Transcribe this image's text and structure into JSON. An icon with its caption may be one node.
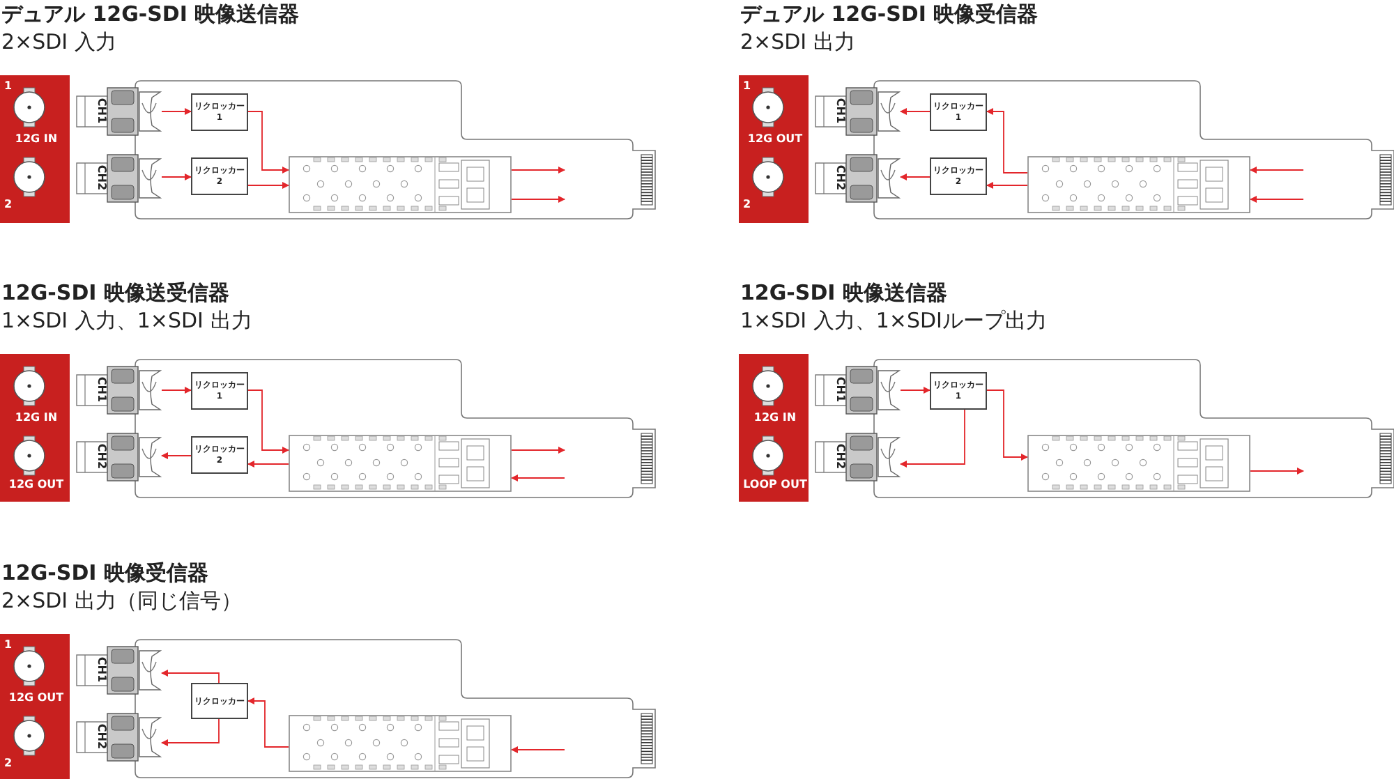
{
  "diagram": {
    "nodes": [
      {
        "text": [
          "1",
          "12G IN",
          "2"
        ]
      },
      {
        "text": [
          "CH1"
        ]
      },
      {
        "text": [
          "CH2"
        ]
      },
      {
        "text": [
          "リクロッカー",
          "1"
        ]
      },
      {
        "text": [
          "リクロッカー",
          "2"
        ]
      },
      {
        "text": [],
        "shape": "box"
      },
      {
        "text": [
          "1",
          "12G OUT",
          "2"
        ]
      },
      {
        "text": [
          "CH1"
        ]
      },
      {
        "text": [
          "CH2"
        ]
      },
      {
        "text": [
          "リクロッカー",
          "1"
        ]
      },
      {
        "text": [
          "リクロッカー",
          "2"
        ]
      },
      {
        "text": [],
        "shape": "box"
      },
      {
        "text": [
          "12G IN",
          "12G OUT"
        ]
      },
      {
        "text": [
          "CH1"
        ]
      },
      {
        "text": [
          "CH2"
        ]
      },
      {
        "text": [
          "リクロッカー",
          "1"
        ]
      },
      {
        "text": [
          "リクロッカー",
          "2"
        ]
      },
      {
        "text": [],
        "shape": "box"
      },
      {
        "text": [
          "12G IN",
          "LOOP OUT"
        ]
      },
      {
        "text": [
          "CH1"
        ]
      },
      {
        "text": [
          "CH2"
        ]
      },
      {
        "text": [
          "リクロッカー",
          "1"
        ]
      },
      {
        "text": [],
        "shape": "box"
      },
      {
        "text": [
          "1",
          "12G OUT",
          "2"
        ]
      },
      {
        "text": [
          "CH1"
        ]
      },
      {
        "text": [
          "CH2"
        ]
      },
      {
        "text": [
          "リクロッカー"
        ]
      },
      {
        "text": [],
        "shape": "box"
      }
    ],
    "edges": [
      {
        "from": 1,
        "to": 3,
        "arrow": "to"
      },
      {
        "from": 2,
        "to": 4,
        "arrow": "to"
      },
      {
        "from": 3,
        "to": 5,
        "arrow": "to"
      },
      {
        "from": 4,
        "to": 5,
        "arrow": "to"
      },
      {
        "from": 5,
        "to": null,
        "arrow": "to"
      },
      {
        "from": 5,
        "to": null,
        "arrow": "to"
      },
      {
        "from": 9,
        "to": 7,
        "arrow": "to"
      },
      {
        "from": 10,
        "to": 8,
        "arrow": "to"
      },
      {
        "from": 11,
        "to": 9,
        "arrow": "to"
      },
      {
        "from": 11,
        "to": 10,
        "arrow": "to"
      },
      {
        "from": null,
        "to": 11,
        "arrow": "to"
      },
      {
        "from": null,
        "to": 11,
        "arrow": "to"
      },
      {
        "from": 13,
        "to": 15,
        "arrow": "to"
      },
      {
        "from": 15,
        "to": 17,
        "arrow": "to"
      },
      {
        "from": 16,
        "to": 14,
        "arrow": "to"
      },
      {
        "from": 17,
        "to": 16,
        "arrow": "to"
      },
      {
        "from": 17,
        "to": null,
        "arrow": "to"
      },
      {
        "from": null,
        "to": 17,
        "arrow": "to"
      },
      {
        "from": 19,
        "to": 21,
        "arrow": "to"
      },
      {
        "from": 21,
        "to": 22,
        "arrow": "to"
      },
      {
        "from": 21,
        "to": 20,
        "arrow": "to"
      },
      {
        "from": 22,
        "to": null,
        "arrow": "to"
      },
      {
        "from": 26,
        "to": 24,
        "arrow": "to"
      },
      {
        "from": 26,
        "to": 25,
        "arrow": "to"
      },
      {
        "from": 27,
        "to": 26,
        "arrow": "to"
      },
      {
        "from": null,
        "to": 27,
        "arrow": "to"
      }
    ],
    "labels": [
      "デュアル 12G-SDI 映像送信器",
      "2×SDI 入力",
      "デュアル 12G-SDI 映像受信器",
      "2×SDI 出力",
      "12G-SDI 映像送受信器",
      "1×SDI 入力、1×SDI 出力",
      "12G-SDI 映像送信器",
      "1×SDI 入力、1×SDIループ出力",
      "12G-SDI 映像受信器",
      "2×SDI 出力（同じ信号）"
    ]
  }
}
